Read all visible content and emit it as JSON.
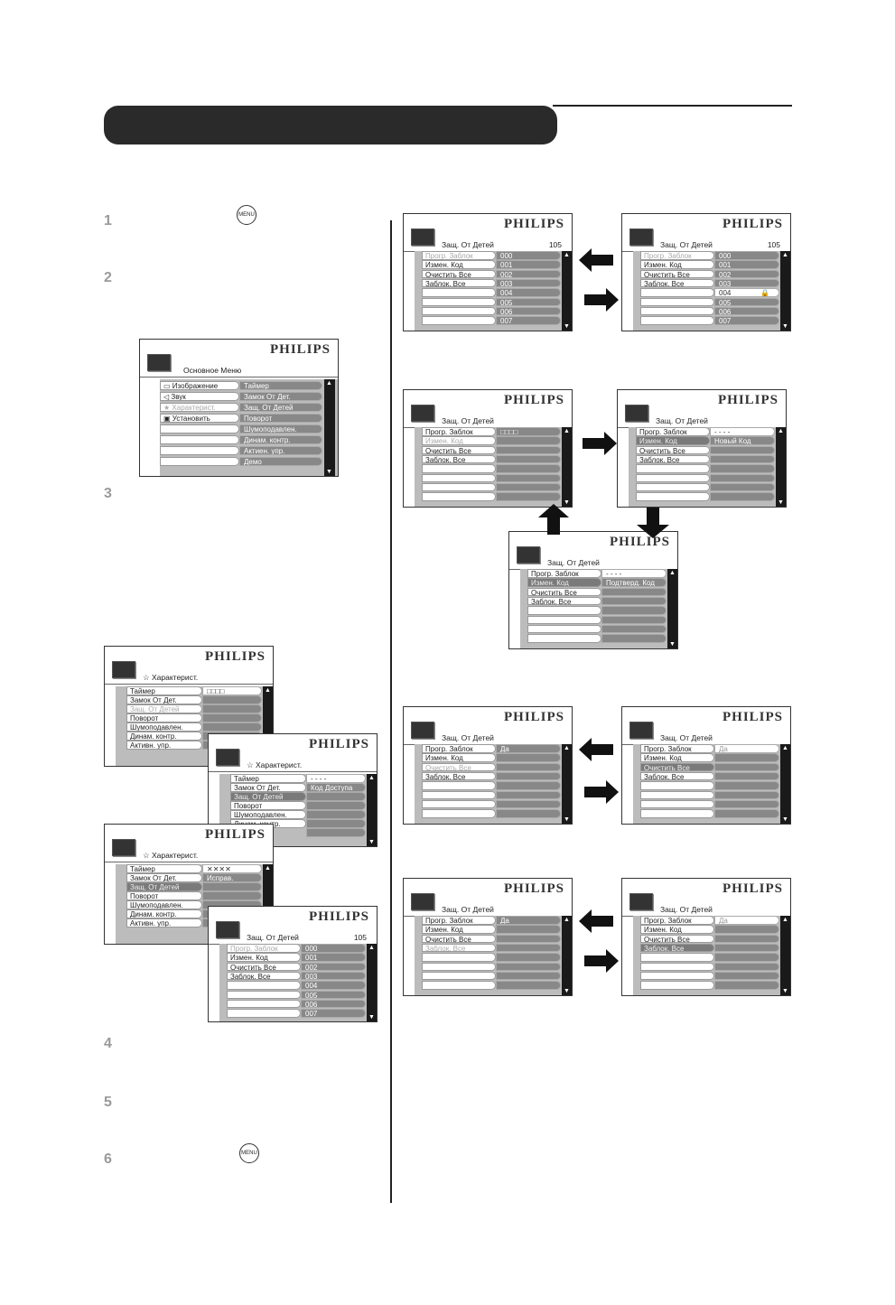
{
  "steps": [
    "1",
    "2",
    "3",
    "4",
    "5",
    "6"
  ],
  "menu_icon_label": "MENU",
  "brand": "PHILIPS",
  "main_menu": {
    "title": "Основное Меню",
    "left": [
      "Изображение",
      "Звук",
      "Характерист.",
      "Установить"
    ],
    "right": [
      "Таймер",
      "Замок От Дет.",
      "Защ. От Детей",
      "Поворот",
      "Шумоподавлен.",
      "Динам. контр.",
      "Актиен. упр.",
      "Демо"
    ]
  },
  "features": {
    "title": "Характерист.",
    "items": [
      "Таймер",
      "Замок От Дет.",
      "Защ. От Детей",
      "Поворот",
      "Шумоподавлен.",
      "Динам. контр.",
      "Активн. упр."
    ],
    "pin_boxes": "□□□□",
    "pin_dashes": "- - - -",
    "pin_stars": "✕✕✕✕",
    "access_code": "Код Доступа",
    "correct": "Исправ."
  },
  "child": {
    "title": "Защ. От Детей",
    "number": "105",
    "items": [
      "Прогр. Заблок",
      "Измен. Код",
      "Очистить Все",
      "Заблок. Все"
    ],
    "channels": [
      "000",
      "001",
      "002",
      "003",
      "004",
      "005",
      "006",
      "007"
    ],
    "new_code": "Новый Код",
    "confirm_code": "Подтверд. Код",
    "yes": "Да"
  }
}
